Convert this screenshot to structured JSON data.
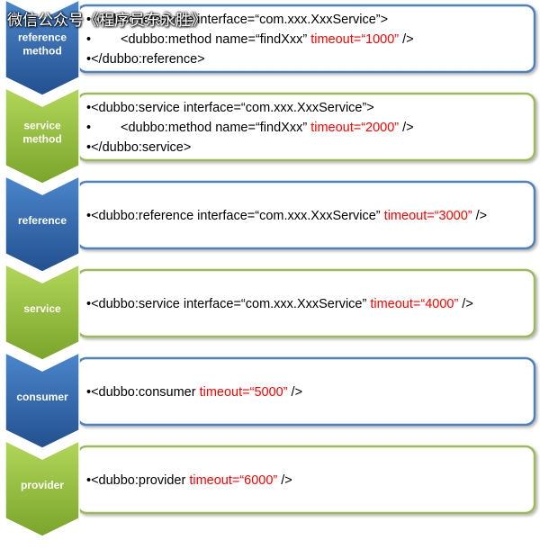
{
  "watermark": "微信公众号《程序员东永胜》",
  "colors": {
    "blue_top": "#4b86cc",
    "blue_bottom": "#23508f",
    "blue_border": "#4f81bd",
    "green_top": "#b2d65a",
    "green_bottom": "#79a52a",
    "green_border": "#9bbb59",
    "text": "#000000",
    "highlight": "#ff0000"
  },
  "rows": [
    {
      "label": [
        "reference",
        "method"
      ],
      "theme": "blue",
      "lines": [
        [
          {
            "t": "•<dubbo:reference interface=“com.xxx.XxxService”>"
          }
        ],
        [
          {
            "t": "•"
          },
          {
            "t": "<dubbo:method name=“findXxx” ",
            "indent": true
          },
          {
            "t": "timeout=“1000”",
            "red": true
          },
          {
            "t": " />"
          }
        ],
        [
          {
            "t": "•</dubbo:reference>"
          }
        ]
      ]
    },
    {
      "label": [
        "service",
        "method"
      ],
      "theme": "green",
      "lines": [
        [
          {
            "t": "•<dubbo:service interface=“com.xxx.XxxService”>"
          }
        ],
        [
          {
            "t": "•"
          },
          {
            "t": "<dubbo:method name=“findXxx” ",
            "indent": true
          },
          {
            "t": "timeout=“2000”",
            "red": true
          },
          {
            "t": " />"
          }
        ],
        [
          {
            "t": "•</dubbo:service>"
          }
        ]
      ]
    },
    {
      "label": [
        "reference"
      ],
      "theme": "blue",
      "lines": [
        [
          {
            "t": "•<dubbo:reference interface=“com.xxx.XxxService” "
          },
          {
            "t": "timeout=“3000”",
            "red": true
          },
          {
            "t": " />"
          }
        ]
      ]
    },
    {
      "label": [
        "service"
      ],
      "theme": "green",
      "lines": [
        [
          {
            "t": "•<dubbo:service interface=“com.xxx.XxxService” "
          },
          {
            "t": "timeout=“4000”",
            "red": true
          },
          {
            "t": " />"
          }
        ]
      ]
    },
    {
      "label": [
        "consumer"
      ],
      "theme": "blue",
      "lines": [
        [
          {
            "t": "•<dubbo:consumer "
          },
          {
            "t": "timeout=“5000”",
            "red": true
          },
          {
            "t": " />"
          }
        ]
      ]
    },
    {
      "label": [
        "provider"
      ],
      "theme": "green",
      "lines": [
        [
          {
            "t": "•<dubbo:provider "
          },
          {
            "t": "timeout=“6000”",
            "red": true
          },
          {
            "t": " />"
          }
        ]
      ]
    }
  ]
}
